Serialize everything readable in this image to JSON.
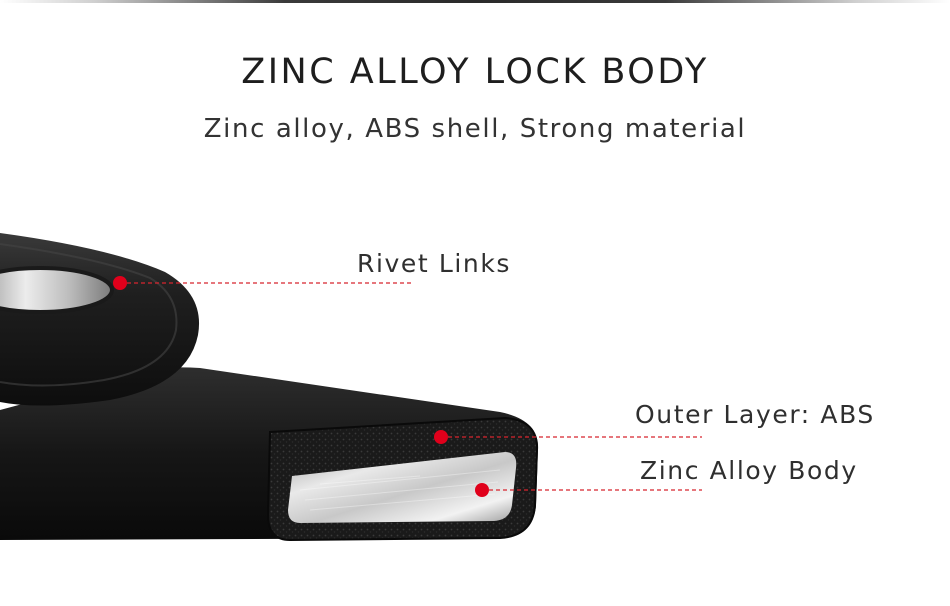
{
  "header": {
    "title": "ZINC ALLOY LOCK BODY",
    "subtitle": "Zinc alloy, ABS shell, Strong material"
  },
  "callouts": {
    "rivet": "Rivet Links",
    "outer": "Outer Layer: ABS",
    "zinc": "Zinc Alloy Body"
  },
  "colors": {
    "marker": "#e0001b",
    "leader": "#d8242e",
    "shell": "#1a1a1a"
  }
}
